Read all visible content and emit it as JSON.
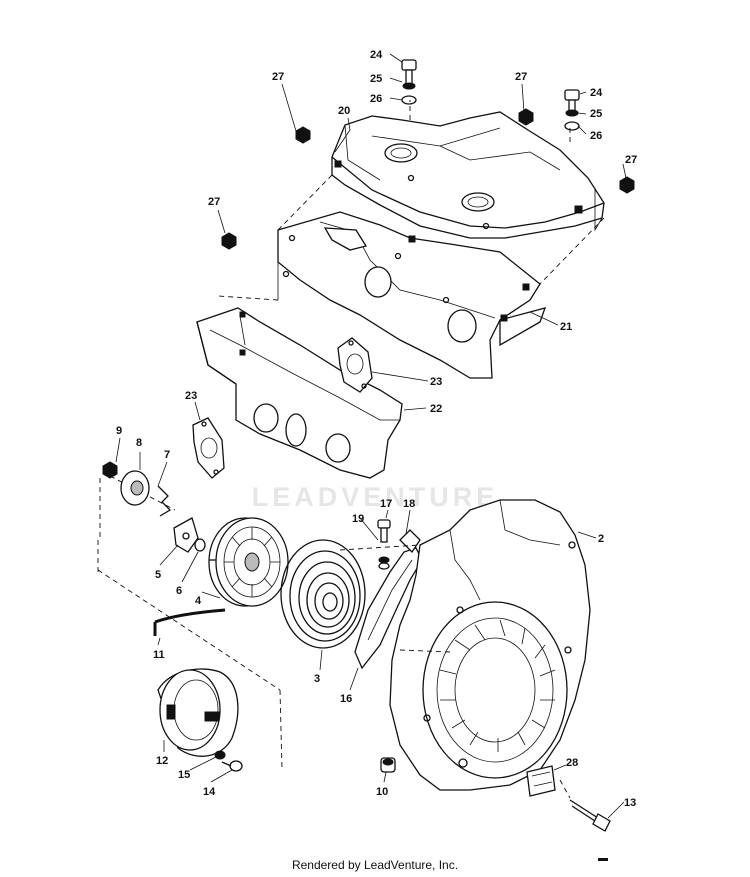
{
  "diagram": {
    "watermark": "LEADVENTURE",
    "footer": "Rendered by LeadVenture, Inc.",
    "callouts": [
      {
        "id": "c24a",
        "text": "24"
      },
      {
        "id": "c25a",
        "text": "25"
      },
      {
        "id": "c26a",
        "text": "26"
      },
      {
        "id": "c27a",
        "text": "27"
      },
      {
        "id": "c20",
        "text": "20"
      },
      {
        "id": "c27b",
        "text": "27"
      },
      {
        "id": "c24b",
        "text": "24"
      },
      {
        "id": "c25b",
        "text": "25"
      },
      {
        "id": "c26b",
        "text": "26"
      },
      {
        "id": "c27c",
        "text": "27"
      },
      {
        "id": "c27d",
        "text": "27"
      },
      {
        "id": "c21",
        "text": "21"
      },
      {
        "id": "c23a",
        "text": "23"
      },
      {
        "id": "c23b",
        "text": "23"
      },
      {
        "id": "c22",
        "text": "22"
      },
      {
        "id": "c9",
        "text": "9"
      },
      {
        "id": "c8",
        "text": "8"
      },
      {
        "id": "c7",
        "text": "7"
      },
      {
        "id": "c17",
        "text": "17"
      },
      {
        "id": "c18",
        "text": "18"
      },
      {
        "id": "c19",
        "text": "19"
      },
      {
        "id": "c2",
        "text": "2"
      },
      {
        "id": "c5",
        "text": "5"
      },
      {
        "id": "c6",
        "text": "6"
      },
      {
        "id": "c4",
        "text": "4"
      },
      {
        "id": "c11",
        "text": "11"
      },
      {
        "id": "c3",
        "text": "3"
      },
      {
        "id": "c16",
        "text": "16"
      },
      {
        "id": "c12",
        "text": "12"
      },
      {
        "id": "c15",
        "text": "15"
      },
      {
        "id": "c14",
        "text": "14"
      },
      {
        "id": "c10",
        "text": "10"
      },
      {
        "id": "c28",
        "text": "28"
      },
      {
        "id": "c13",
        "text": "13"
      }
    ]
  }
}
